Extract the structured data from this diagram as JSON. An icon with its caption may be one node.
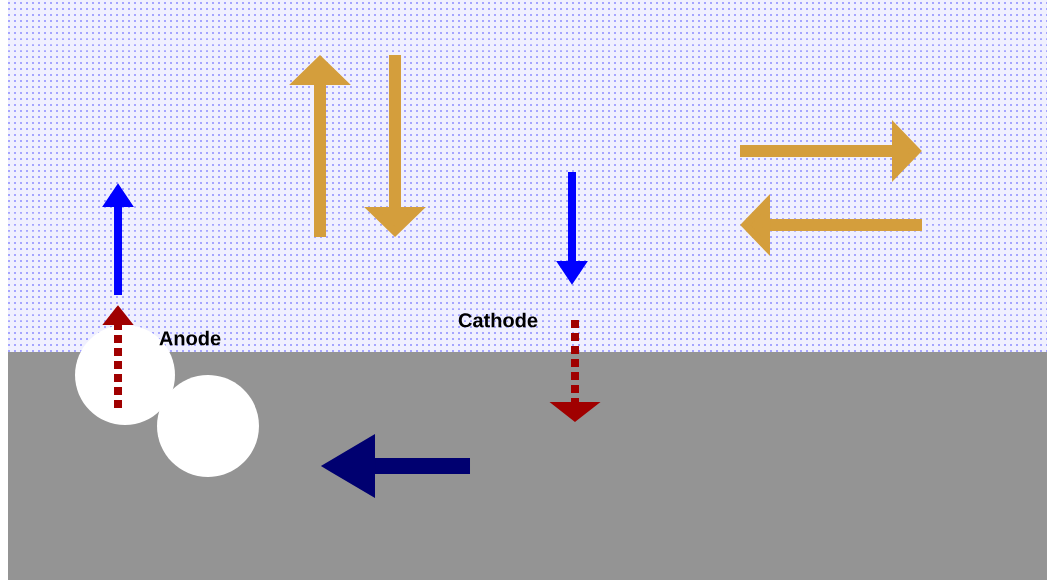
{
  "diagram": {
    "nodes": [
      {
        "text": [],
        "shape": "circle"
      },
      {
        "text": [],
        "shape": "circle"
      }
    ],
    "labels": [
      "Anode",
      "Cathode"
    ]
  }
}
